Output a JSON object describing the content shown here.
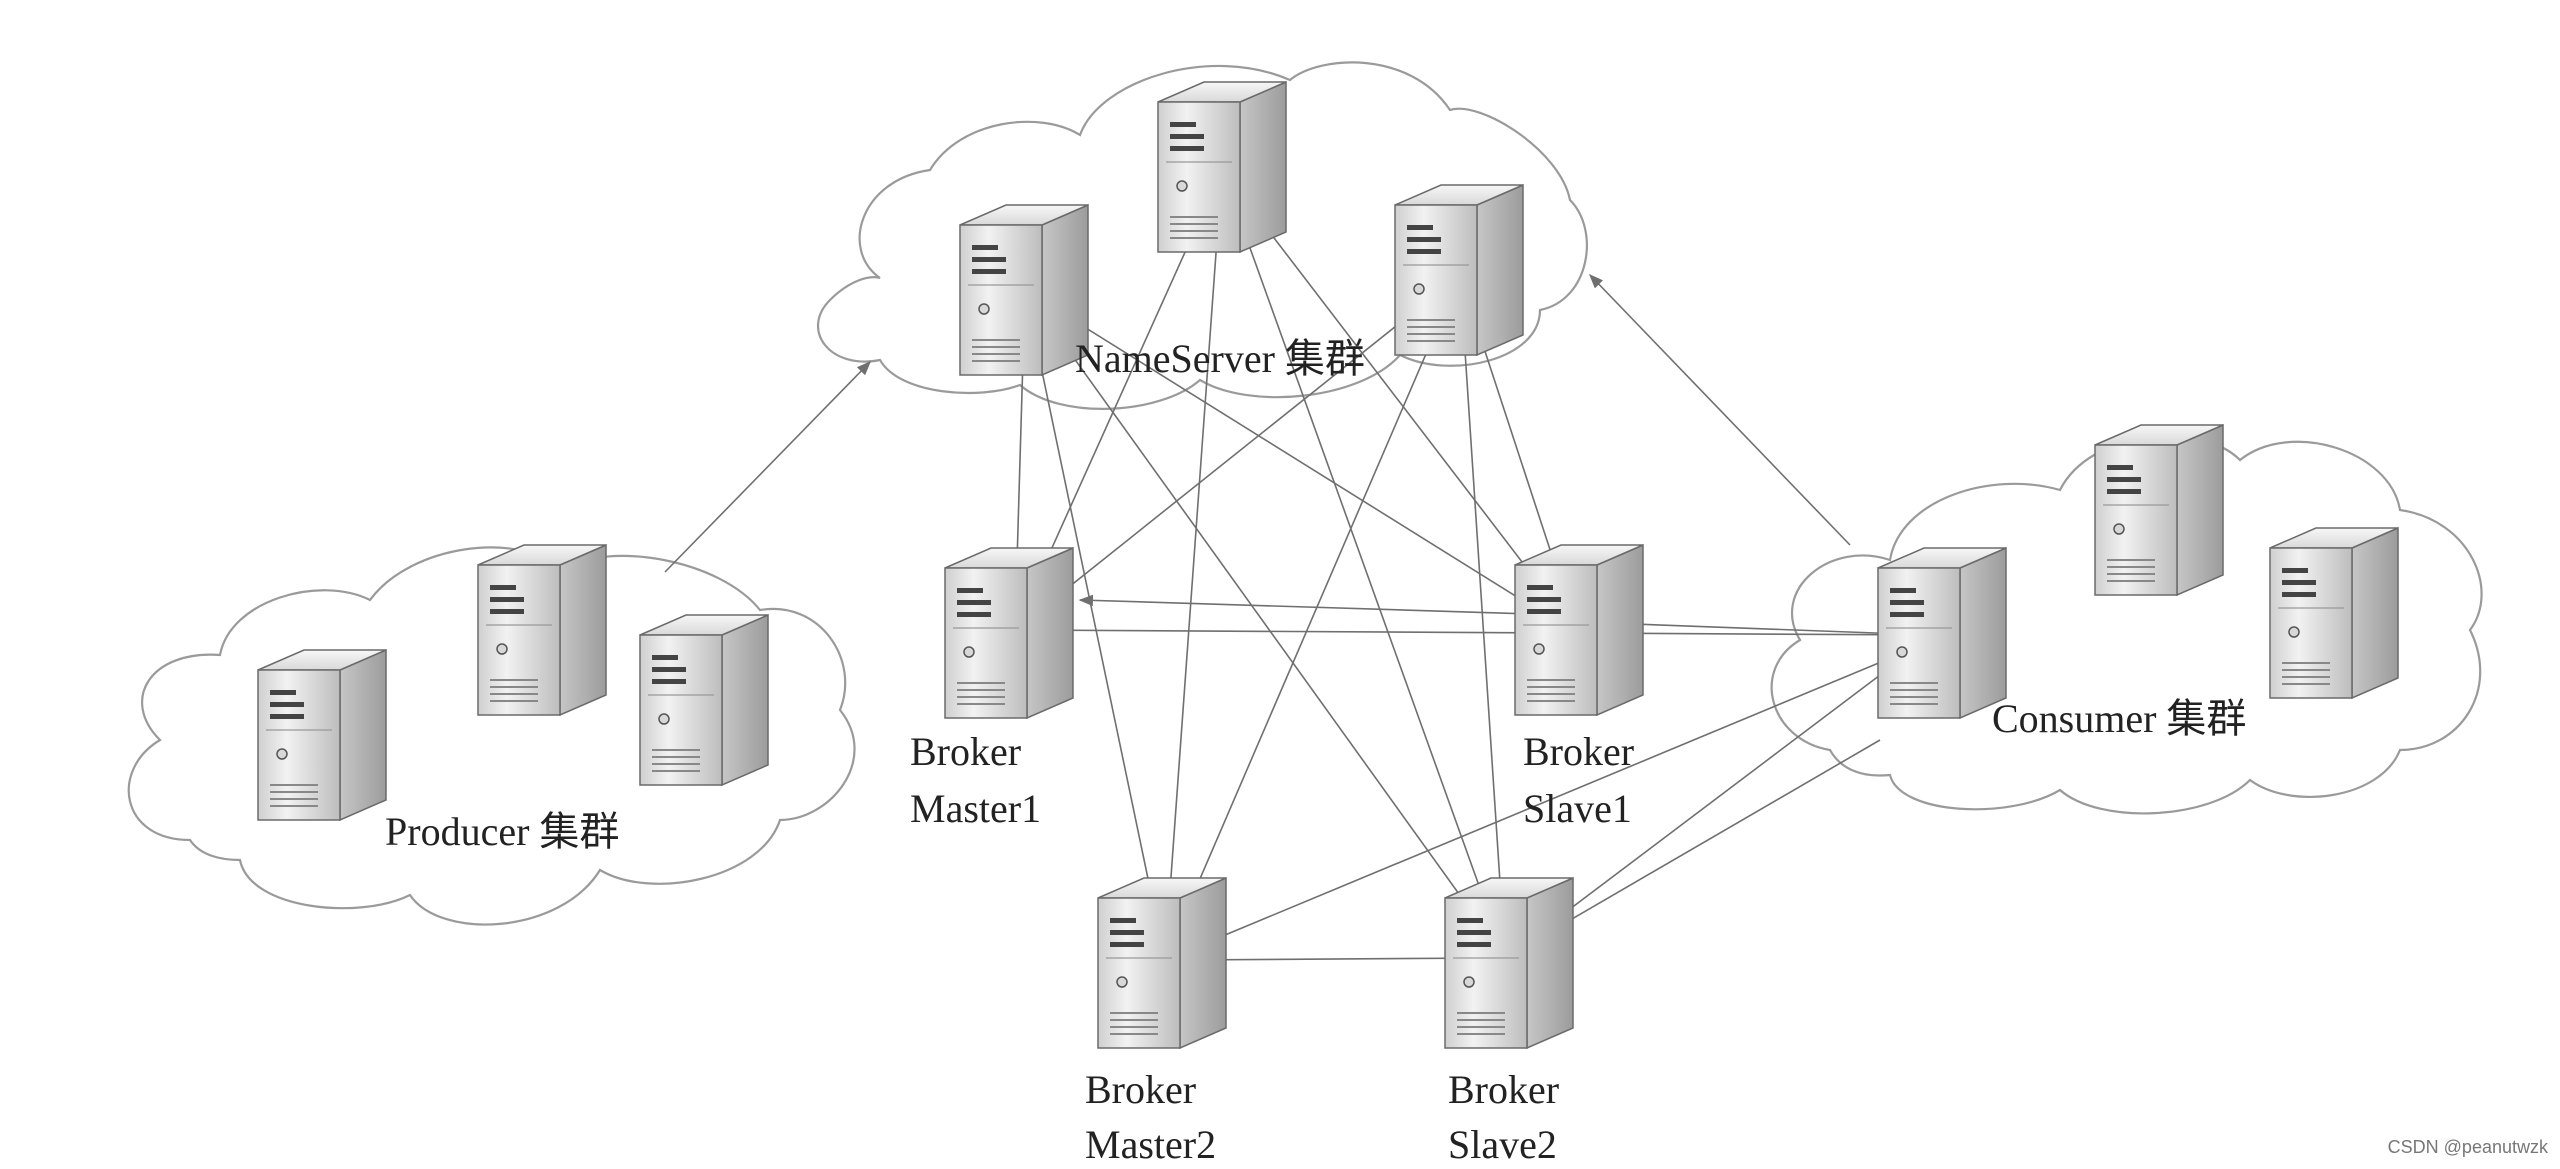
{
  "clusters": {
    "nameserver": "NameServer 集群",
    "producer": "Producer 集群",
    "consumer": "Consumer 集群"
  },
  "brokers": {
    "master1": [
      "Broker",
      "Master1"
    ],
    "slave1": [
      "Broker",
      "Slave1"
    ],
    "master2": [
      "Broker",
      "Master2"
    ],
    "slave2": [
      "Broker",
      "Slave2"
    ]
  },
  "watermark": "CSDN @peanutwzk",
  "icons": {
    "server": "server-icon",
    "cloud": "cloud-shape"
  },
  "colors": {
    "line": "#6f6f6f",
    "cloud_stroke": "#9a9a9a",
    "server_face": "#e6e6e6",
    "server_dark": "#8e8e8e"
  }
}
